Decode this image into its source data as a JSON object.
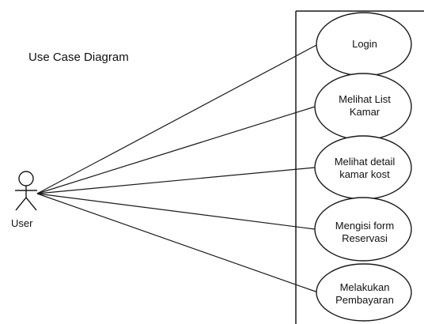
{
  "diagram": {
    "title": "Use Case Diagram",
    "actor": {
      "label": "User"
    },
    "use_cases": [
      {
        "lines": [
          "Login"
        ]
      },
      {
        "lines": [
          "Melihat List",
          "Kamar"
        ]
      },
      {
        "lines": [
          "Melihat detail",
          "kamar kost"
        ]
      },
      {
        "lines": [
          "Mengisi form",
          "Reservasi"
        ]
      },
      {
        "lines": [
          "Melakukan",
          "Pembayaran"
        ]
      }
    ]
  },
  "colors": {
    "stroke": "#1a1a1a",
    "text": "#111111",
    "background": "#ffffff"
  }
}
